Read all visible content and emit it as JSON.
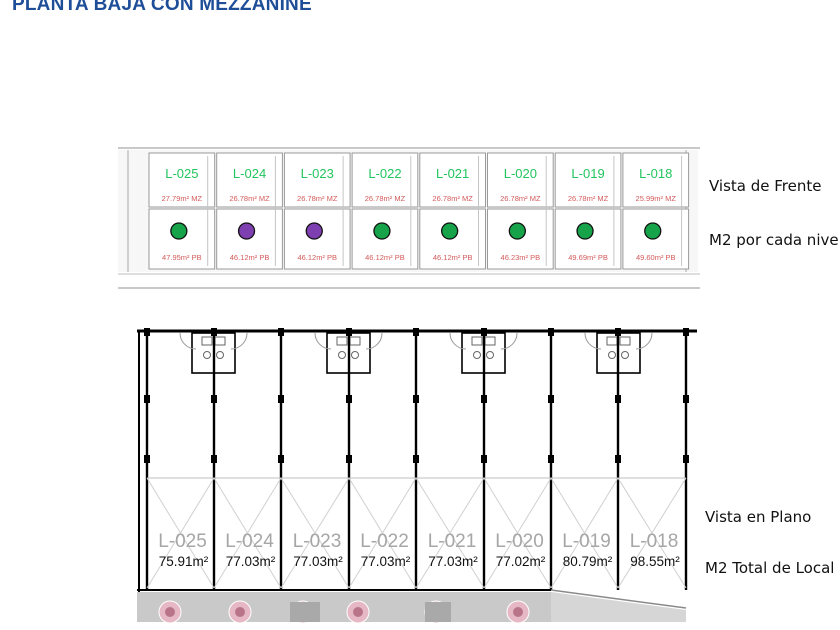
{
  "title": "PLANTA BAJA CON MEZZANINE",
  "labels": {
    "front_view": "Vista de Frente",
    "area_per_level": "M2 por cada nivel",
    "plan_view": "Vista en Plano",
    "total_area": "M2 Total de Local"
  },
  "colors": {
    "title": "#1f4e99",
    "unit_label_front": "#22c55e",
    "available": "#16a34a",
    "reserved": "#7e3fb0",
    "area_tag": "#d45a5a"
  },
  "units": [
    {
      "id": "L-025",
      "mezzanine": "27.79m² MZ",
      "ground": "47.95m² PB",
      "status": "available",
      "total": "75.91m²"
    },
    {
      "id": "L-024",
      "mezzanine": "26.78m² MZ",
      "ground": "46.12m² PB",
      "status": "reserved",
      "total": "77.03m²"
    },
    {
      "id": "L-023",
      "mezzanine": "26.78m² MZ",
      "ground": "46.12m² PB",
      "status": "reserved",
      "total": "77.03m²"
    },
    {
      "id": "L-022",
      "mezzanine": "26.78m² MZ",
      "ground": "46.12m² PB",
      "status": "available",
      "total": "77.03m²"
    },
    {
      "id": "L-021",
      "mezzanine": "26.78m² MZ",
      "ground": "46.12m² PB",
      "status": "available",
      "total": "77.03m²"
    },
    {
      "id": "L-020",
      "mezzanine": "26.78m² MZ",
      "ground": "46.23m² PB",
      "status": "available",
      "total": "77.02m²"
    },
    {
      "id": "L-019",
      "mezzanine": "26.78m² MZ",
      "ground": "49.69m² PB",
      "status": "available",
      "total": "80.79m²"
    },
    {
      "id": "L-018",
      "mezzanine": "25.99m² MZ",
      "ground": "49.60m² PB",
      "status": "available",
      "total": "98.55m²"
    }
  ]
}
